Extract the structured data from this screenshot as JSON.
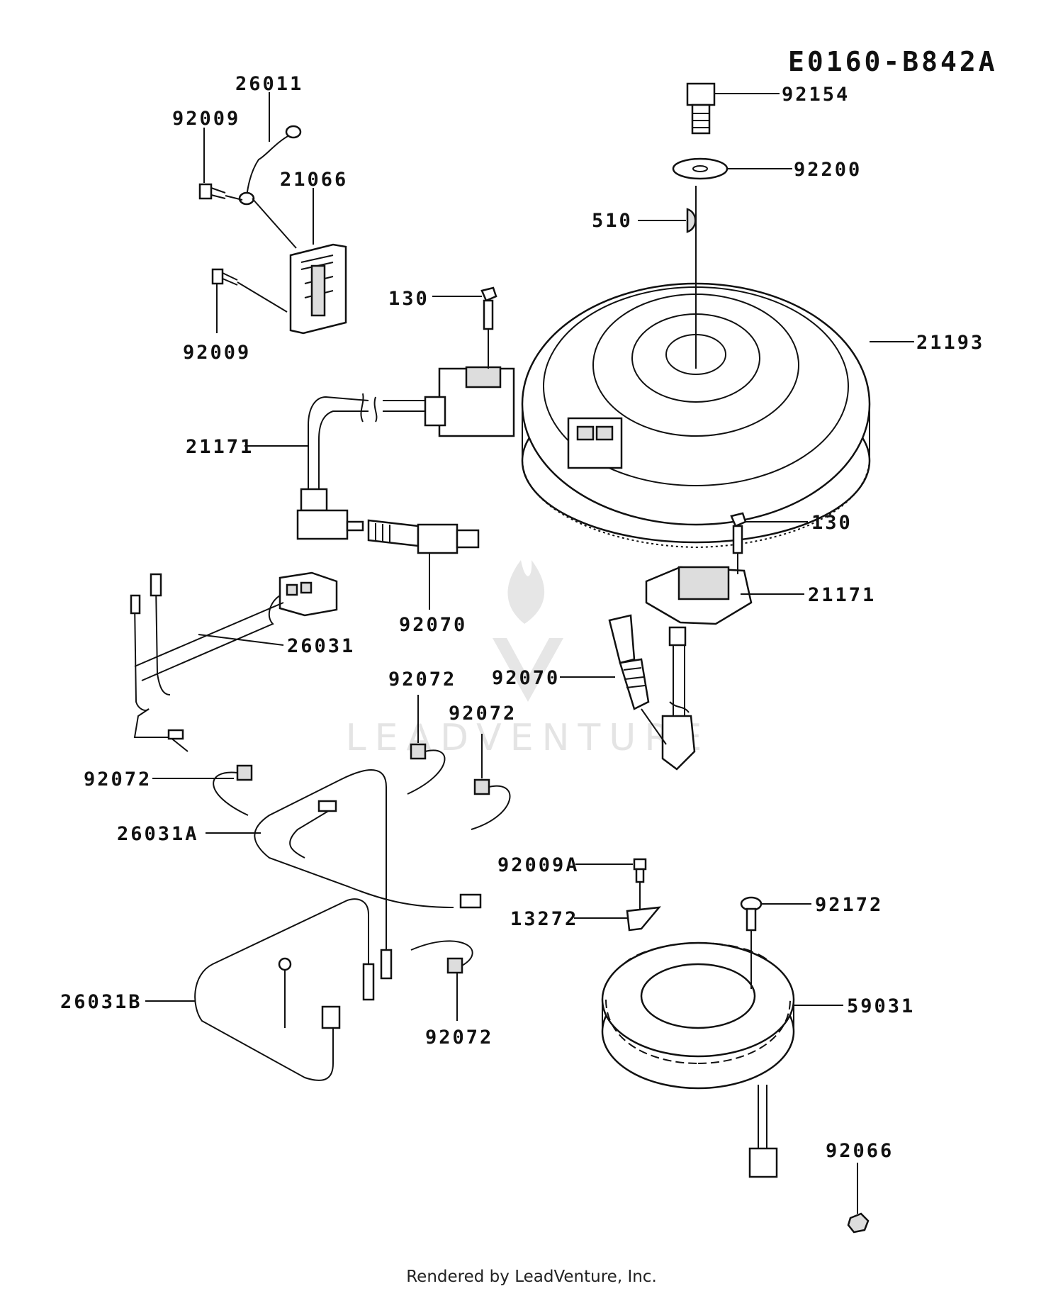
{
  "diagram": {
    "code": "E0160-B842A",
    "footer": "Rendered by LeadVenture, Inc.",
    "watermark": "LEADVENTURE",
    "part_labels": [
      {
        "id": "p92154",
        "text": "92154"
      },
      {
        "id": "p92200",
        "text": "92200"
      },
      {
        "id": "p510",
        "text": "510"
      },
      {
        "id": "p21193",
        "text": "21193"
      },
      {
        "id": "p26011",
        "text": "26011"
      },
      {
        "id": "p92009a",
        "text": "92009"
      },
      {
        "id": "p21066",
        "text": "21066"
      },
      {
        "id": "p92009b",
        "text": "92009"
      },
      {
        "id": "p130a",
        "text": "130"
      },
      {
        "id": "p21171a",
        "text": "21171"
      },
      {
        "id": "p92070a",
        "text": "92070"
      },
      {
        "id": "p26031",
        "text": "26031"
      },
      {
        "id": "p130b",
        "text": "130"
      },
      {
        "id": "p21171b",
        "text": "21171"
      },
      {
        "id": "p92070b",
        "text": "92070"
      },
      {
        "id": "p92072a",
        "text": "92072"
      },
      {
        "id": "p92072b",
        "text": "92072"
      },
      {
        "id": "p92072c",
        "text": "92072"
      },
      {
        "id": "p26031A",
        "text": "26031A"
      },
      {
        "id": "p92009A",
        "text": "92009A"
      },
      {
        "id": "p13272",
        "text": "13272"
      },
      {
        "id": "p92172",
        "text": "92172"
      },
      {
        "id": "p26031B",
        "text": "26031B"
      },
      {
        "id": "p59031",
        "text": "59031"
      },
      {
        "id": "p92072d",
        "text": "92072"
      },
      {
        "id": "p92066",
        "text": "92066"
      }
    ]
  }
}
